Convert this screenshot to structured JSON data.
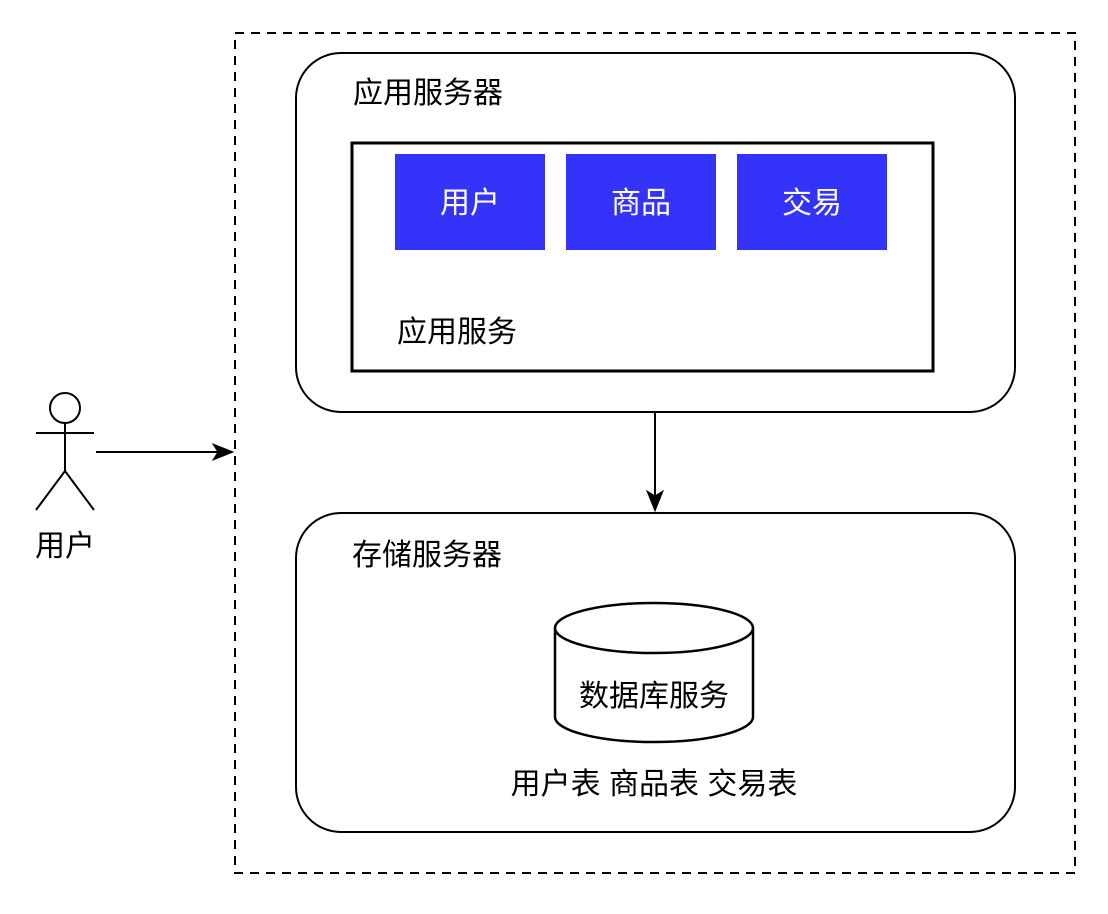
{
  "diagram": {
    "actor": {
      "label": "用户"
    },
    "app_server": {
      "label": "应用服务器",
      "service": {
        "label": "应用服务",
        "modules": [
          {
            "label": "用户"
          },
          {
            "label": "商品"
          },
          {
            "label": "交易"
          }
        ]
      }
    },
    "storage_server": {
      "label": "存储服务器",
      "database": {
        "label": "数据库服务"
      },
      "tables_label": "用户表 商品表 交易表"
    },
    "colors": {
      "module_fill": "#3333FA",
      "module_text": "#FFFFFF",
      "stroke": "#000000",
      "background": "#FFFFFF"
    }
  }
}
